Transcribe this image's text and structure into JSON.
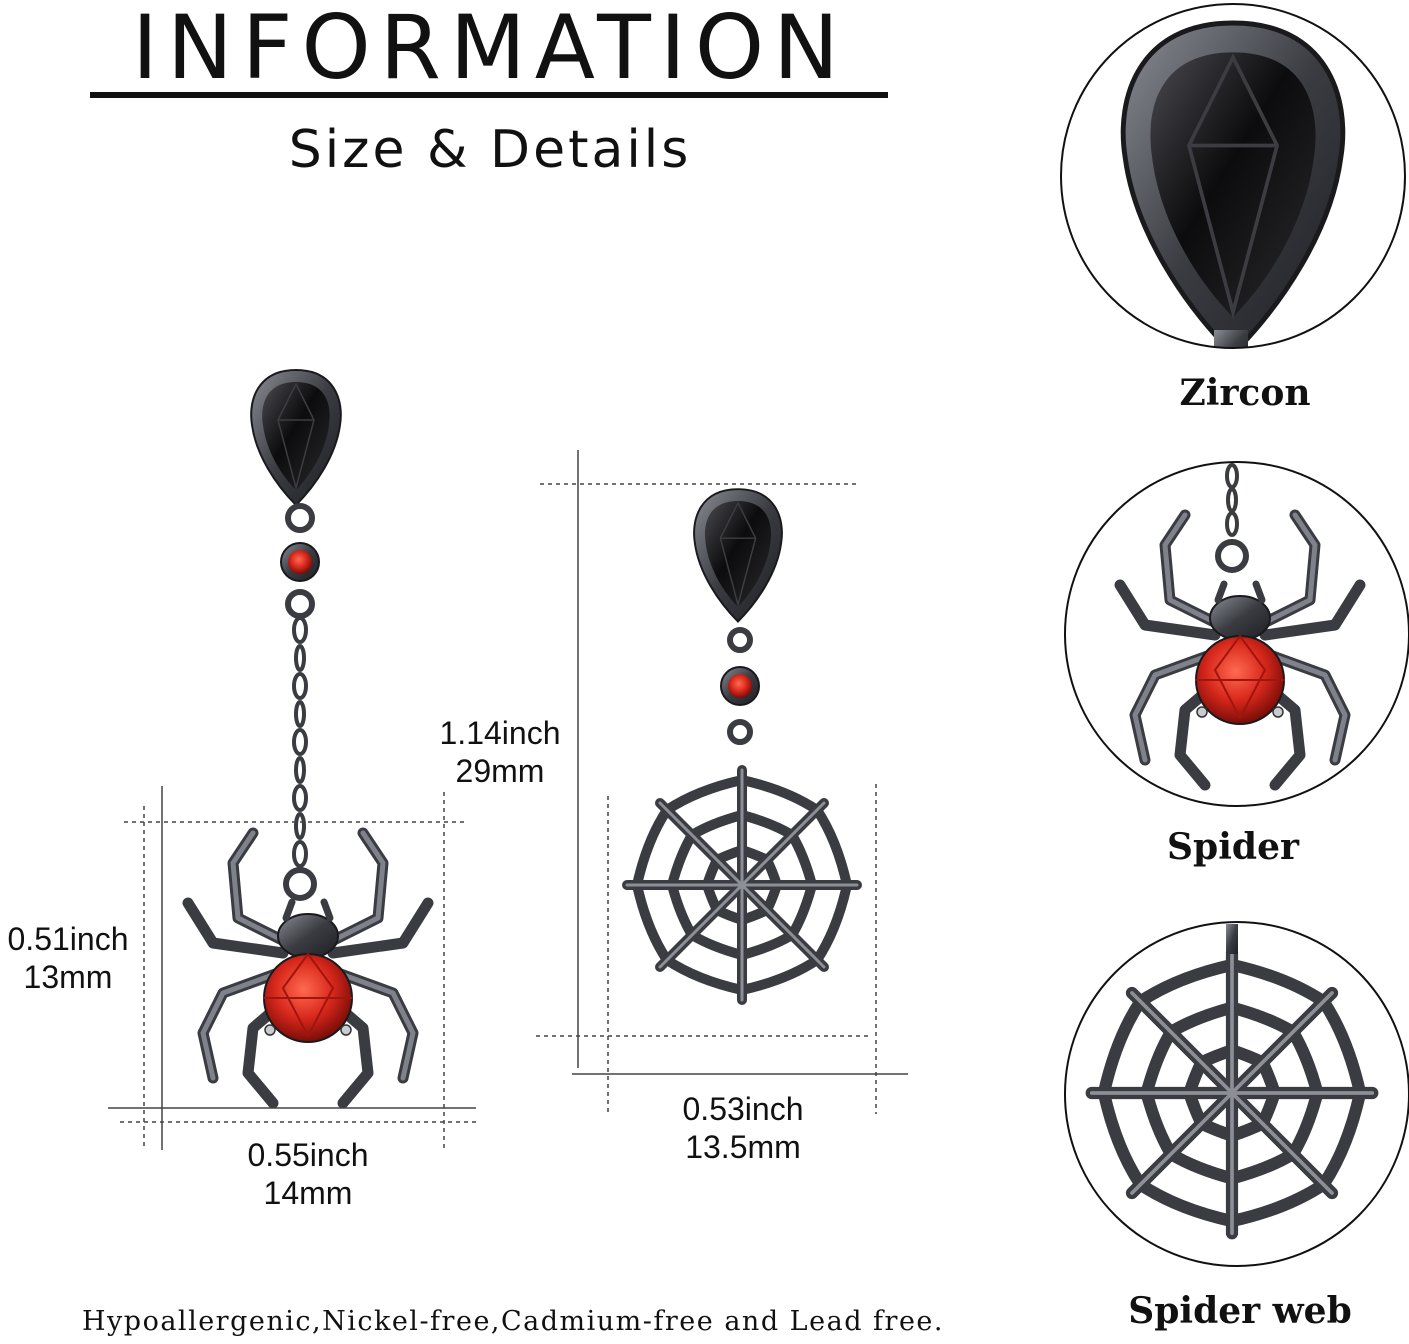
{
  "header": {
    "title": "INFORMATION",
    "subtitle": "Size & Details"
  },
  "earring_left": {
    "height_inch": "0.51inch",
    "height_mm": "13mm",
    "width_inch": "0.55inch",
    "width_mm": "14mm"
  },
  "earring_right": {
    "height_inch": "1.14inch",
    "height_mm": "29mm",
    "width_inch": "0.53inch",
    "width_mm": "13.5mm"
  },
  "details": [
    {
      "label": "Zircon"
    },
    {
      "label": "Spider"
    },
    {
      "label": "Spider web"
    }
  ],
  "footer": "Hypoallergenic,Nickel-free,Cadmium-free and Lead free.",
  "colors": {
    "metal": "#3a3c42",
    "black_stone": "#0e0e10",
    "red_stone": "#d8281c",
    "text": "#111111"
  }
}
